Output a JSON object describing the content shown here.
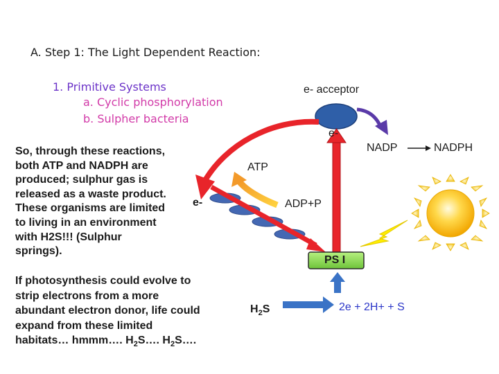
{
  "heading": "A. Step 1: The Light Dependent Reaction:",
  "outline": {
    "item1": "1. Primitive Systems",
    "item_a": "a. Cyclic phosphorylation",
    "item_b": "b. Sulpher  bacteria"
  },
  "paragraph1": [
    "So, through these reactions,",
    "both ATP and NADPH are",
    "produced; sulphur gas is",
    "released as a waste product.",
    "These organisms are limited",
    "to living in an environment",
    "with H2S!!!  (Sulphur",
    "springs)."
  ],
  "paragraph2": {
    "line1": "If photosynthesis could evolve to",
    "line2": "strip electrons from a more",
    "line3": "abundant electron donor, life could",
    "line4": "expand from these limited",
    "line5_prefix": "habitats… hmmm…. H",
    "line5_sub1": "2",
    "line5_mid": "S…. H",
    "line5_sub2": "2",
    "line5_suffix": "S…."
  },
  "diagram": {
    "e_acceptor": "e- acceptor",
    "e_top": "e-",
    "e_left": "e-",
    "nadp": "NADP",
    "nadph": "NADPH",
    "atp": "ATP",
    "adp": "ADP+P",
    "ps1": "PS I",
    "h2s_main": "H",
    "h2s_sub": "2",
    "h2s_end": "S",
    "products": "2e  +  2H+  +  S"
  },
  "colors": {
    "acceptor": "#2f5fa8",
    "carrier": "#4468b3",
    "arrow_red": "#e8242a",
    "arrow_blue": "#3a73c6",
    "arrow_purple": "#5a3aa8",
    "atp_arrow": "#f6c23a",
    "ps1_box": "#8ed64f",
    "sun": "#f5b800",
    "lightning": "#ffee00"
  }
}
